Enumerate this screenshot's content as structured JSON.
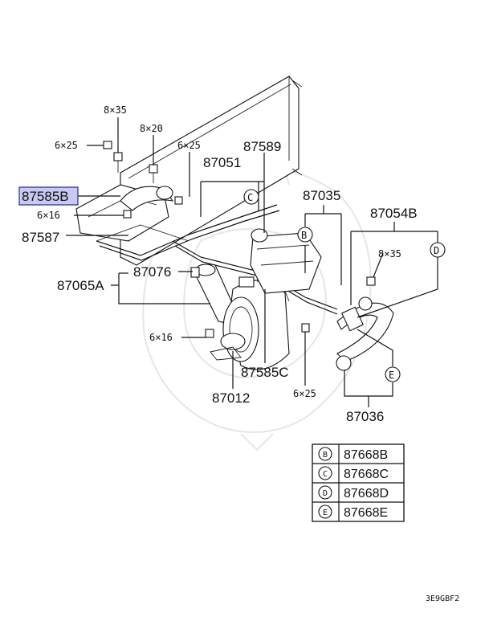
{
  "parts": {
    "p87589": "87589",
    "p87051": "87051",
    "p87585B": "87585B",
    "p87587": "87587",
    "p87076": "87076",
    "p87065A": "87065A",
    "p87035": "87035",
    "p87054B": "87054B",
    "p87585C": "87585C",
    "p87012": "87012",
    "p87036": "87036"
  },
  "bolts": {
    "b8x35_top": "8×35",
    "b8x20": "8×20",
    "b6x25_left": "6×25",
    "b6x25_mid": "6×25",
    "b6x16_left": "6×16",
    "b6x16_bottom": "6×16",
    "b8x35_right": "8×35",
    "b6x25_bottom": "6×25"
  },
  "callouts": {
    "c_mid": "C",
    "b_mid": "B",
    "d_right": "D",
    "e_right": "E"
  },
  "legend": [
    {
      "letter": "B",
      "part": "87668B"
    },
    {
      "letter": "C",
      "part": "87668C"
    },
    {
      "letter": "D",
      "part": "87668D"
    },
    {
      "letter": "E",
      "part": "87668E"
    }
  ],
  "diagram_code": "3E9GBF2",
  "colors": {
    "highlight": "#c8c8f0",
    "highlight_border": "#2a2a8a"
  }
}
